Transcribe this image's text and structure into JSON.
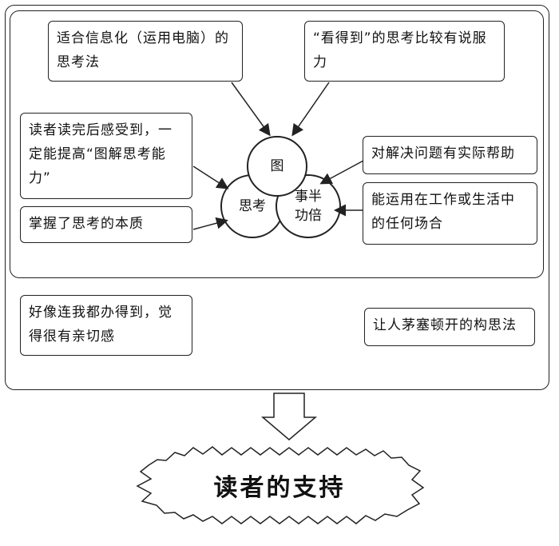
{
  "reasons": {
    "top_left": "适合信息化（运用电脑）的思考法",
    "top_right": "“看得到”的思考比较有说服力",
    "left_upper": "读者读完后感受到，一定能提高“图解思考能力”",
    "left_lower": "掌握了思考的本质",
    "right_upper": "对解决问题有实际帮助",
    "right_lower": "能运用在工作或生活中的任何场合",
    "outer_left": "好像连我都办得到，觉得很有亲切感",
    "outer_right": "让人茅塞顿开的构思法"
  },
  "circles": {
    "top": "图",
    "left": "思考",
    "right": "事半功倍"
  },
  "result": {
    "label": "读者的支持"
  }
}
